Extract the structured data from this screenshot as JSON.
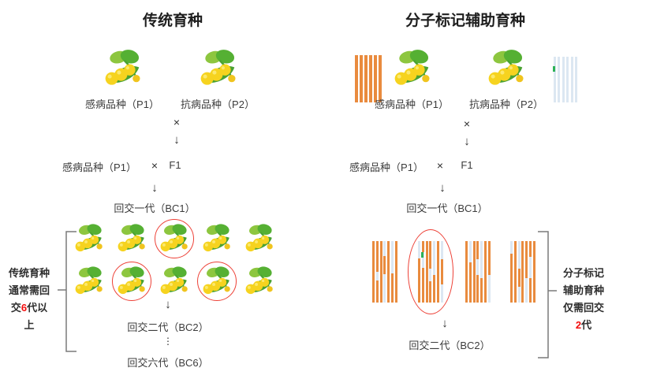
{
  "colors": {
    "stripe_orange": "#e98b3e",
    "stripe_blue": "#dce7f2",
    "marker_green": "#2bb157",
    "highlight_red": "#f20d0d",
    "circle_red": "#ed4036",
    "bracket_gray": "#7a7a7a"
  },
  "symbols": {
    "cross": "×",
    "arrow_down": "↓",
    "vdots": "⋮"
  },
  "icons": {
    "plant": "soybean-plant-icon",
    "selection": "red-selection-circle",
    "gene_marker": "green-gene-marker-dot",
    "dna_fingerprint": "barcode-stripe-pattern"
  },
  "left": {
    "title": "传统育种",
    "parent1_label": "感病品种（P1）",
    "parent2_label": "抗病品种（P2）",
    "backcross_parent_label": "感病品种（P1）",
    "f1_label": "F1",
    "bc1_label": "回交一代（BC1）",
    "bc2_label": "回交二代（BC2）",
    "bc6_label": "回交六代（BC6）",
    "offspring_grid": {
      "rows": 2,
      "cols": 5,
      "circled": [
        [
          0,
          2
        ],
        [
          1,
          1
        ],
        [
          1,
          3
        ]
      ]
    },
    "note_lines": [
      [
        {
          "text": "传统育种"
        }
      ],
      [
        {
          "text": "通常需回"
        }
      ],
      [
        {
          "text": "交"
        },
        {
          "text": "6",
          "red": true
        },
        {
          "text": "代以"
        }
      ],
      [
        {
          "text": "上"
        }
      ]
    ]
  },
  "right": {
    "title": "分子标记辅助育种",
    "parent1_label": "感病品种（P1）",
    "parent2_label": "抗病品种（P2）",
    "backcross_parent_label": "感病品种（P1）",
    "f1_label": "F1",
    "bc1_label": "回交一代（BC1）",
    "bc2_label": "回交二代（BC2）",
    "note_lines": [
      [
        {
          "text": "分子标记"
        }
      ],
      [
        {
          "text": "辅助育种"
        }
      ],
      [
        {
          "text": "仅需回交"
        }
      ],
      [
        {
          "text": "2",
          "red": true
        },
        {
          "text": "代"
        }
      ]
    ],
    "barcode_p1": {
      "stripes": [
        "o",
        "o",
        "o",
        "o",
        "o",
        "o"
      ]
    },
    "barcode_p2": {
      "stripes": [
        "b",
        "b",
        "b",
        "b",
        "b",
        "b"
      ],
      "marker": {
        "stripe": 0,
        "top_pct": 20
      }
    },
    "bc2_barcodes": [
      {
        "stripes": [
          "o",
          "o50,b14,o36",
          "o",
          "b24,o30,b46",
          "o",
          "b52,o48",
          "o"
        ]
      },
      {
        "stripes": [
          "b28,o72",
          "o18,b26,o56",
          "o",
          "o45,b20,o35",
          "b55,o45",
          "o",
          "b30,o40,b30"
        ],
        "circled": true,
        "marker": {
          "stripe": 1,
          "top_pct": 18
        }
      },
      {
        "stripes": [
          "o",
          "b35,o65",
          "o",
          "o30,b25,o45",
          "b60,o40",
          "o",
          "o55,b45"
        ]
      },
      {
        "stripes": [
          "b20,o80",
          "o",
          "b45,o30,b25",
          "o",
          "o60,b40",
          "o25,b35,o40",
          "o"
        ]
      }
    ]
  }
}
